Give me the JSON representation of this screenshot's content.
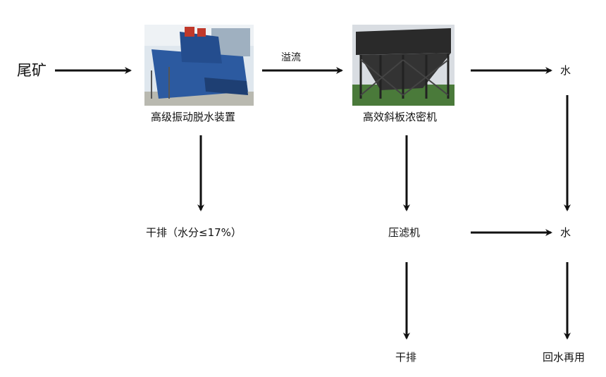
{
  "nodes": {
    "tailings": "尾矿",
    "dewatering_screen": "高级振动脱水装置",
    "overflow": "溢流",
    "thickener": "高效斜板浓密机",
    "water_1": "水",
    "dry_discharge_1": "干排（水分≤17%）",
    "filter_press": "压滤机",
    "water_2": "水",
    "dry_discharge_2": "干排",
    "recycled_water": "回水再用"
  },
  "colors": {
    "screen_body": "#2c5aa0",
    "thickener_body": "#2a2a2a",
    "arrow": "#111111"
  },
  "icons": [
    "dewatering-screen-photo",
    "thickener-photo"
  ]
}
